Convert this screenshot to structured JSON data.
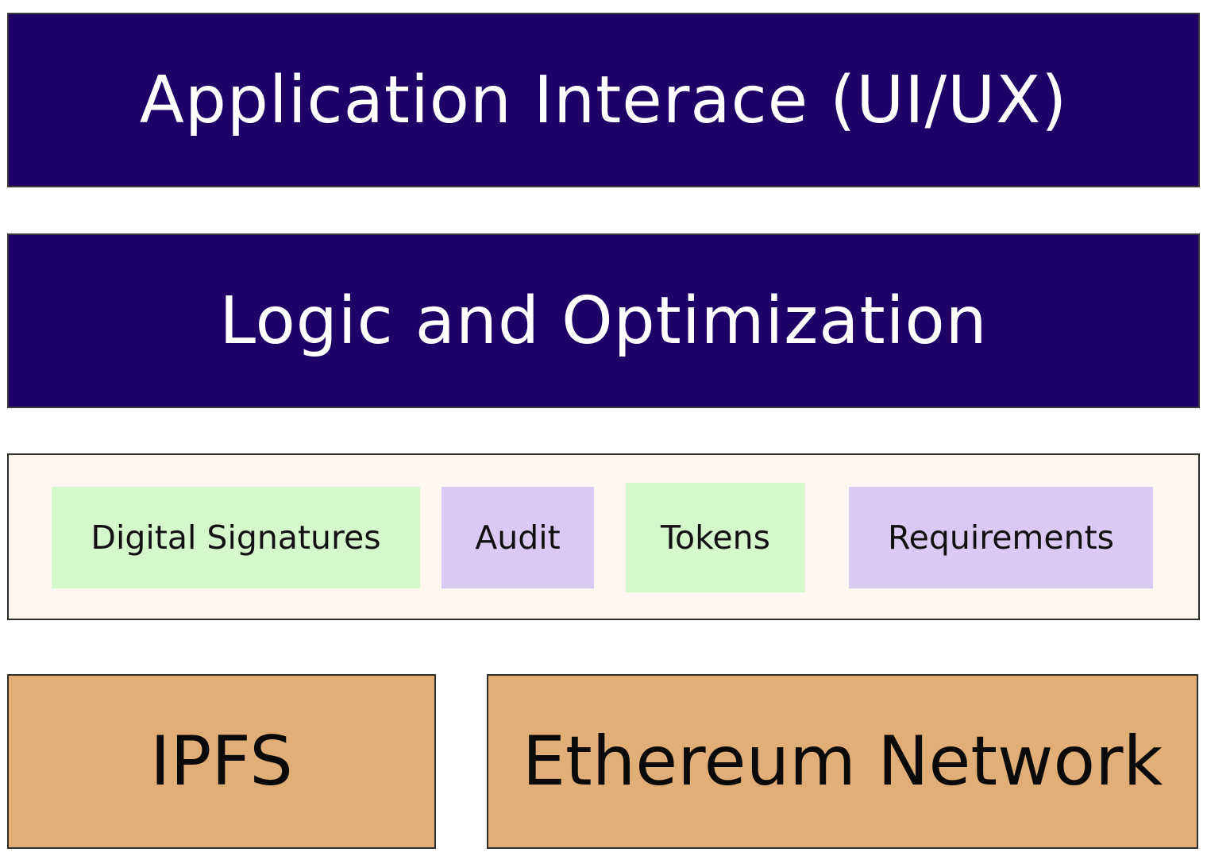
{
  "diagram": {
    "layers": {
      "application": "Application Interace (UI/UX)",
      "logic": "Logic and Optimization",
      "services": [
        "Digital Signatures",
        "Audit",
        "Tokens",
        "Requirements"
      ],
      "infrastructure": [
        "IPFS",
        "Ethereum Network"
      ]
    }
  },
  "colors": {
    "dark_layer": "#1e0066",
    "services_background": "#fdf7f0",
    "chip_green": "#d5f7cc",
    "chip_purple": "#d9c9f3",
    "base_layer": "#e0ae76"
  }
}
